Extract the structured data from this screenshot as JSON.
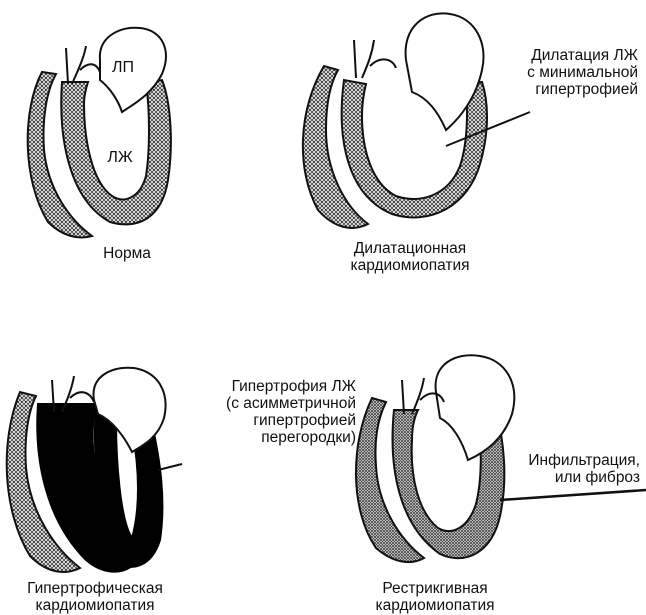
{
  "panels": [
    {
      "id": "normal",
      "caption": [
        "Норма"
      ],
      "la_label": "ЛП",
      "lv_label": "ЛЖ"
    },
    {
      "id": "dilated",
      "caption": [
        "Дилатационная",
        "кардиомиопатия"
      ],
      "annotation": [
        "Дилатация ЛЖ",
        "с минимальной",
        "гипертрофией"
      ]
    },
    {
      "id": "hypertrophic",
      "caption": [
        "Гипертрофическая",
        "кардиомиопатия"
      ],
      "annotation": [
        "Гипертрофия ЛЖ",
        "(с асимметричной",
        "гипертрофией",
        "перегородки)"
      ]
    },
    {
      "id": "restrictive",
      "caption": [
        "Рестрикгивная",
        "кардиомиопатия"
      ],
      "annotation": [
        "Инфильтрация,",
        "или фиброз"
      ]
    }
  ],
  "colors": {
    "ink": "#111111",
    "hatch": "#9a9a9a",
    "solid": "#000000"
  }
}
